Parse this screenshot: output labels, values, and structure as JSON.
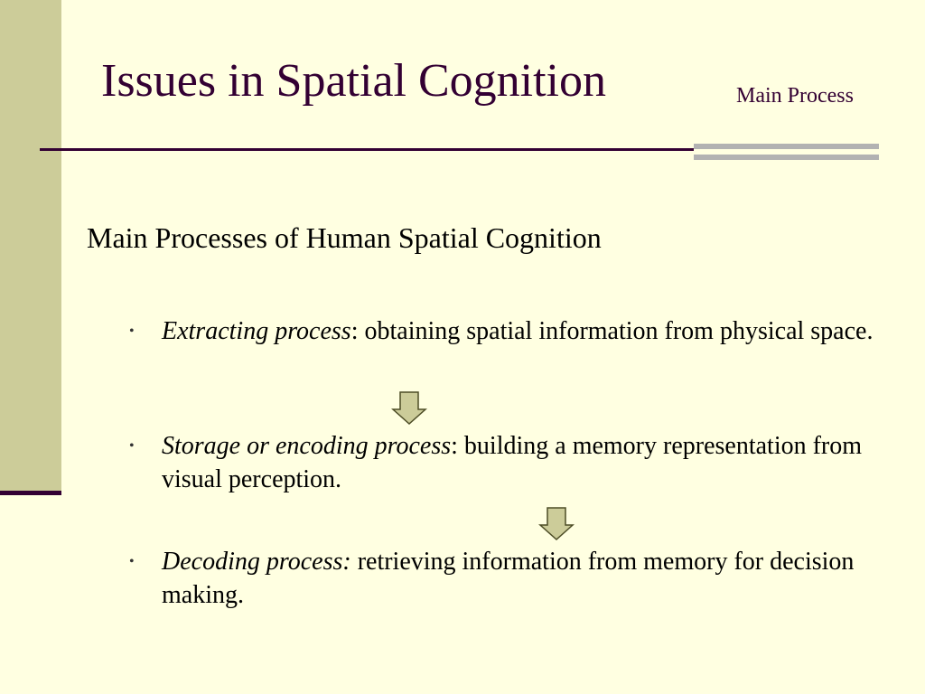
{
  "slide": {
    "title": "Issues in Spatial Cognition",
    "subtitle": "Main Process",
    "heading": "Main Processes of Human Spatial Cognition",
    "bullet_symbol": "•",
    "items": [
      {
        "term": "Extracting process",
        "separator": ": ",
        "description": "obtaining spatial information from physical space."
      },
      {
        "term": "Storage or encoding process",
        "separator": ": ",
        "description": "building a memory representation from visual perception."
      },
      {
        "term": "Decoding process:",
        "separator": " ",
        "description": "retrieving information from memory for decision making."
      }
    ],
    "arrow_icon": "down-arrow-icon"
  },
  "colors": {
    "background": "#FFFFE1",
    "left_band": "#CCCC99",
    "title": "#330033",
    "accent_bars": "#B2B2B2",
    "arrow_fill": "#CCCC99",
    "arrow_stroke": "#4D4D26"
  }
}
